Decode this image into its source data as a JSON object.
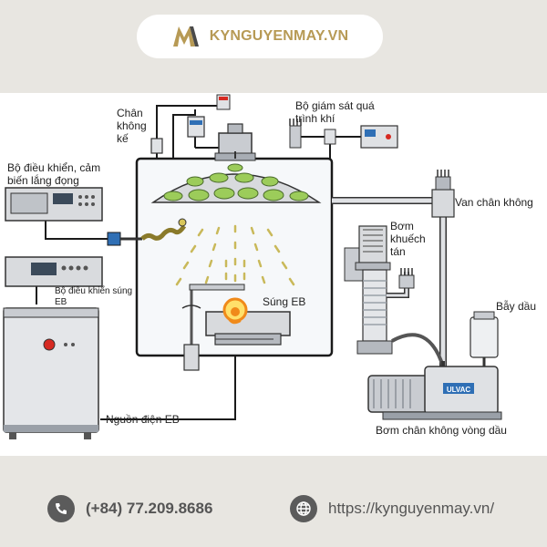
{
  "brand": {
    "name": "KYNGUYENMAY.VN"
  },
  "labels": {
    "vacuum_gauge": [
      "Chân",
      "không",
      "kế"
    ],
    "process_monitor": [
      "Bộ giám sát quá",
      "trình khí"
    ],
    "deposition_controller": [
      "Bộ điều khiển, cảm",
      "biến lắng đọng"
    ],
    "vacuum_valve": "Van chân không",
    "diffusion_pump": [
      "Bơm",
      "khuếch",
      "tán"
    ],
    "eb_controller": [
      "Bộ điều khiển súng",
      "EB"
    ],
    "eb_gun": "Súng EB",
    "oil_trap": "Bẫy dầu",
    "eb_power_supply": "Nguồn điện EB",
    "rotary_pump": "Bơm chân không vòng dầu",
    "pump_brand": "ULVAC"
  },
  "contact": {
    "phone": "(+84) 77.209.8686",
    "website": "https://kynguyenmay.vn/"
  },
  "colors": {
    "brand_gold": "#b79a55",
    "dome_green": "#9ccc5a",
    "source_orange": "#f08a1a",
    "stop_red": "#d62a22",
    "line": "#1a1a1a"
  }
}
